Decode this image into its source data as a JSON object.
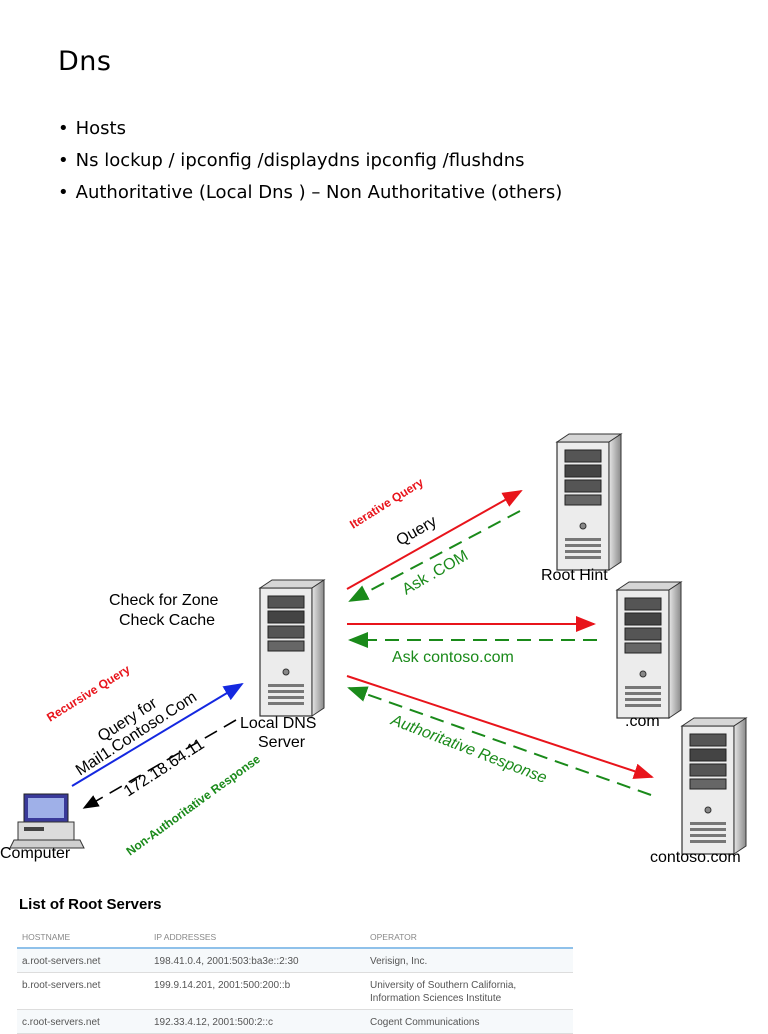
{
  "slide": {
    "title": "Dns",
    "bullets": [
      "Hosts",
      "Ns lockup / ipconfig /displaydns ipconfig /flushdns",
      "Authoritative (Local Dns ) – Non Authoritative (others)"
    ]
  },
  "diagram": {
    "nodes": {
      "root_hint": "Root Hint",
      "com": ".com",
      "contoso": "contoso.com",
      "local_dns_line1": "Local DNS",
      "local_dns_line2": "Server",
      "computer": "Computer"
    },
    "notes": {
      "zone": "Check for Zone",
      "cache": "Check Cache"
    },
    "labels": {
      "iterative_query": "Iterative Query",
      "query": "Query",
      "ask_com": "Ask .COM",
      "ask_contoso": "Ask contoso.com",
      "authoritative_response": "Authoritative Response",
      "recursive_query": "Recursive Query",
      "query_for": "Query for",
      "query_target": "Mail1.Contoso.Com",
      "answer_ip": "172.18.64.11",
      "non_authoritative_response": "Non-Authoritative Response"
    },
    "colors": {
      "red": "#e8141b",
      "green": "#1a8a1a",
      "blue": "#1428e0",
      "black": "#000000"
    }
  },
  "root_servers": {
    "title": "List of Root Servers",
    "headers": [
      "HOSTNAME",
      "IP ADDRESSES",
      "OPERATOR"
    ],
    "rows": [
      [
        "a.root-servers.net",
        "198.41.0.4, 2001:503:ba3e::2:30",
        "Verisign, Inc."
      ],
      [
        "b.root-servers.net",
        "199.9.14.201, 2001:500:200::b",
        "University of Southern California, Information Sciences Institute"
      ],
      [
        "c.root-servers.net",
        "192.33.4.12, 2001:500:2::c",
        "Cogent Communications"
      ]
    ]
  }
}
